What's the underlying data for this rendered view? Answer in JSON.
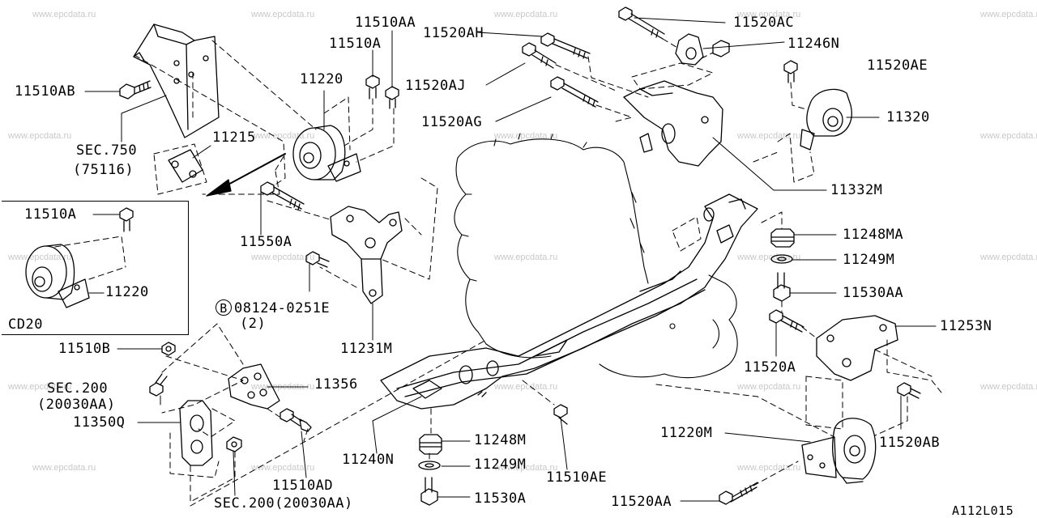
{
  "watermark": "www.epcdata.ru",
  "inset_title": "CD20",
  "drawing_code": "A112L015",
  "labels": {
    "l11520AC": "11520AC",
    "l11520AH": "11520AH",
    "l11246N": "11246N",
    "l11510AA": "11510AA",
    "l11510A_top": "11510A",
    "l11520AJ": "11520AJ",
    "l11520AE": "11520AE",
    "l11510AB": "11510AB",
    "l11220_top": "11220",
    "l11320": "11320",
    "l11520AG": "11520AG",
    "lSEC750": "SEC.750",
    "l75116": "(75116)",
    "l11215": "11215",
    "l11332M": "11332M",
    "l11510A_inset": "11510A",
    "l11550A": "11550A",
    "l11248MA": "11248MA",
    "l11249M_right": "11249M",
    "l11220_inset": "11220",
    "l11530AA": "11530AA",
    "lB": "B",
    "l08124": "08124-0251E",
    "l2": "(2)",
    "l11253N": "11253N",
    "l11231M": "11231M",
    "l11510B": "11510B",
    "l11520A": "11520A",
    "l11356": "11356",
    "lSEC200a": "SEC.200",
    "l20030AAa": "(20030AA)",
    "l11350Q": "11350Q",
    "l11220M": "11220M",
    "l11520AB": "11520AB",
    "l11248M_bottom": "11248M",
    "l11240N": "11240N",
    "l11249M_bottom": "11249M",
    "l11510AE": "11510AE",
    "l11510AD": "11510AD",
    "l11530A": "11530A",
    "lSEC200b": "SEC.200(20030AA)",
    "l11520AA": "11520AA"
  }
}
